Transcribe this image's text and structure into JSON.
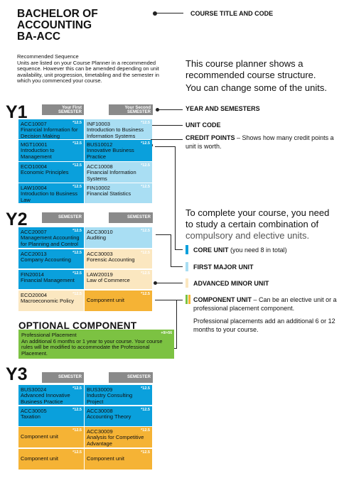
{
  "course": {
    "title_line1": "BACHELOR OF",
    "title_line2": "ACCOUNTING",
    "code": "BA-ACC",
    "sequence_heading": "Recommended Sequence",
    "sequence_text": "Units are listed on your Course Planner in a recommended sequence. However this can be amended depending on unit availability, unit progression, timetabling and the semester in which you commenced your course."
  },
  "info": {
    "line1": "This course planner shows a recommended course structure.",
    "line2": "You can change some of the units.",
    "complete_text": "To complete your course, you need to study a certain combination of",
    "complete_highlight": "compulsory and elective units."
  },
  "annotations": {
    "course_title": "COURSE TITLE AND CODE",
    "year_semesters": "YEAR AND SEMESTERS",
    "unit_code": "UNIT CODE",
    "credit_points_label": "CREDIT POINTS",
    "credit_points_text": "– Shows how many credit points a unit is worth.",
    "core_label": "CORE UNIT",
    "core_note": "(you need 8 in total)",
    "major_label": "FIRST MAJOR UNIT",
    "minor_label": "ADVANCED MINOR UNIT",
    "component_label": "COMPONENT UNIT",
    "component_text": "– Can be an elective unit or a professional placement component.",
    "placement_note": "Professional placements add an additional 6 or 12 months to your course."
  },
  "years": [
    {
      "label": "Y1",
      "sem1": "Your First SEMESTER",
      "sem2": "Your Second SEMESTER",
      "col1": [
        {
          "code": "ACC10007",
          "name": "Financial Information for Decision Making",
          "cp": "*12.5"
        },
        {
          "code": "MGT10001",
          "name": "Introduction to Management",
          "cp": "*12.5"
        },
        {
          "code": "ECO10004",
          "name": "Economic Principles",
          "cp": "*12.5"
        },
        {
          "code": "LAW10004",
          "name": "Introduction to Business Law",
          "cp": "*12.5"
        }
      ],
      "col2": [
        {
          "code": "INF10003",
          "name": "Introduction to Business Information Systems",
          "cp": "*12.5"
        },
        {
          "code": "BUS10012",
          "name": "Innovative Business Practice",
          "cp": "*12.5"
        },
        {
          "code": "ACC10008",
          "name": "Financial Information Systems",
          "cp": "*12.5"
        },
        {
          "code": "FIN10002",
          "name": "Financial Statistics",
          "cp": "*12.5"
        }
      ]
    },
    {
      "label": "Y2",
      "sem1": "SEMESTER",
      "sem2": "SEMESTER",
      "col1": [
        {
          "code": "ACC20007",
          "name": "Management Accounting for Planning and Control",
          "cp": "*12.5"
        },
        {
          "code": "ACC20013",
          "name": "Company Accounting",
          "cp": "*12.5"
        },
        {
          "code": "FIN20014",
          "name": "Financial Management",
          "cp": "*12.5"
        },
        {
          "code": "ECO20004",
          "name": "Macroeconomic Policy",
          "cp": "*12.5"
        }
      ],
      "col2": [
        {
          "code": "ACC30010",
          "name": "Auditing",
          "cp": "*12.5"
        },
        {
          "code": "ACC30003",
          "name": "Forensic Accounting",
          "cp": "*12.5"
        },
        {
          "code": "LAW20019",
          "name": "Law of Commerce",
          "cp": "*12.5"
        },
        {
          "code": "",
          "name": "Component unit",
          "cp": "*12.5"
        }
      ]
    },
    {
      "label": "Y3",
      "sem1": "SEMESTER",
      "sem2": "SEMESTER",
      "col1": [
        {
          "code": "BUS30024",
          "name": "Advanced Innovative Business Practice",
          "cp": "*12.5"
        },
        {
          "code": "ACC30005",
          "name": "Taxation",
          "cp": "*12.5"
        },
        {
          "code": "",
          "name": "Component unit",
          "cp": "*12.5"
        },
        {
          "code": "",
          "name": "Component unit",
          "cp": "*12.5"
        }
      ],
      "col2": [
        {
          "code": "BUS30009",
          "name": "Industry Consulting Project",
          "cp": "*12.5"
        },
        {
          "code": "ACC30008",
          "name": "Accounting Theory",
          "cp": "*12.5"
        },
        {
          "code": "ACC30009",
          "name": "Analysis for Competitive Advantage",
          "cp": "*12.5"
        },
        {
          "code": "",
          "name": "Component unit",
          "cp": "*12.5"
        }
      ]
    }
  ],
  "optional": {
    "heading": "OPTIONAL COMPONENT",
    "box_title": "Professional Placement",
    "box_text": "An additional 6 months or 1 year to your course. Your course rules will be modified to accommodate the Professional Placement.",
    "credit": "+0/+56"
  },
  "colors": {
    "core": "#0aa0dc",
    "major": "#a9def3",
    "minor": "#fbe7c0",
    "component": "#f5b335",
    "optional": "#7cc242",
    "semester_bar": "#8a8a8a"
  }
}
